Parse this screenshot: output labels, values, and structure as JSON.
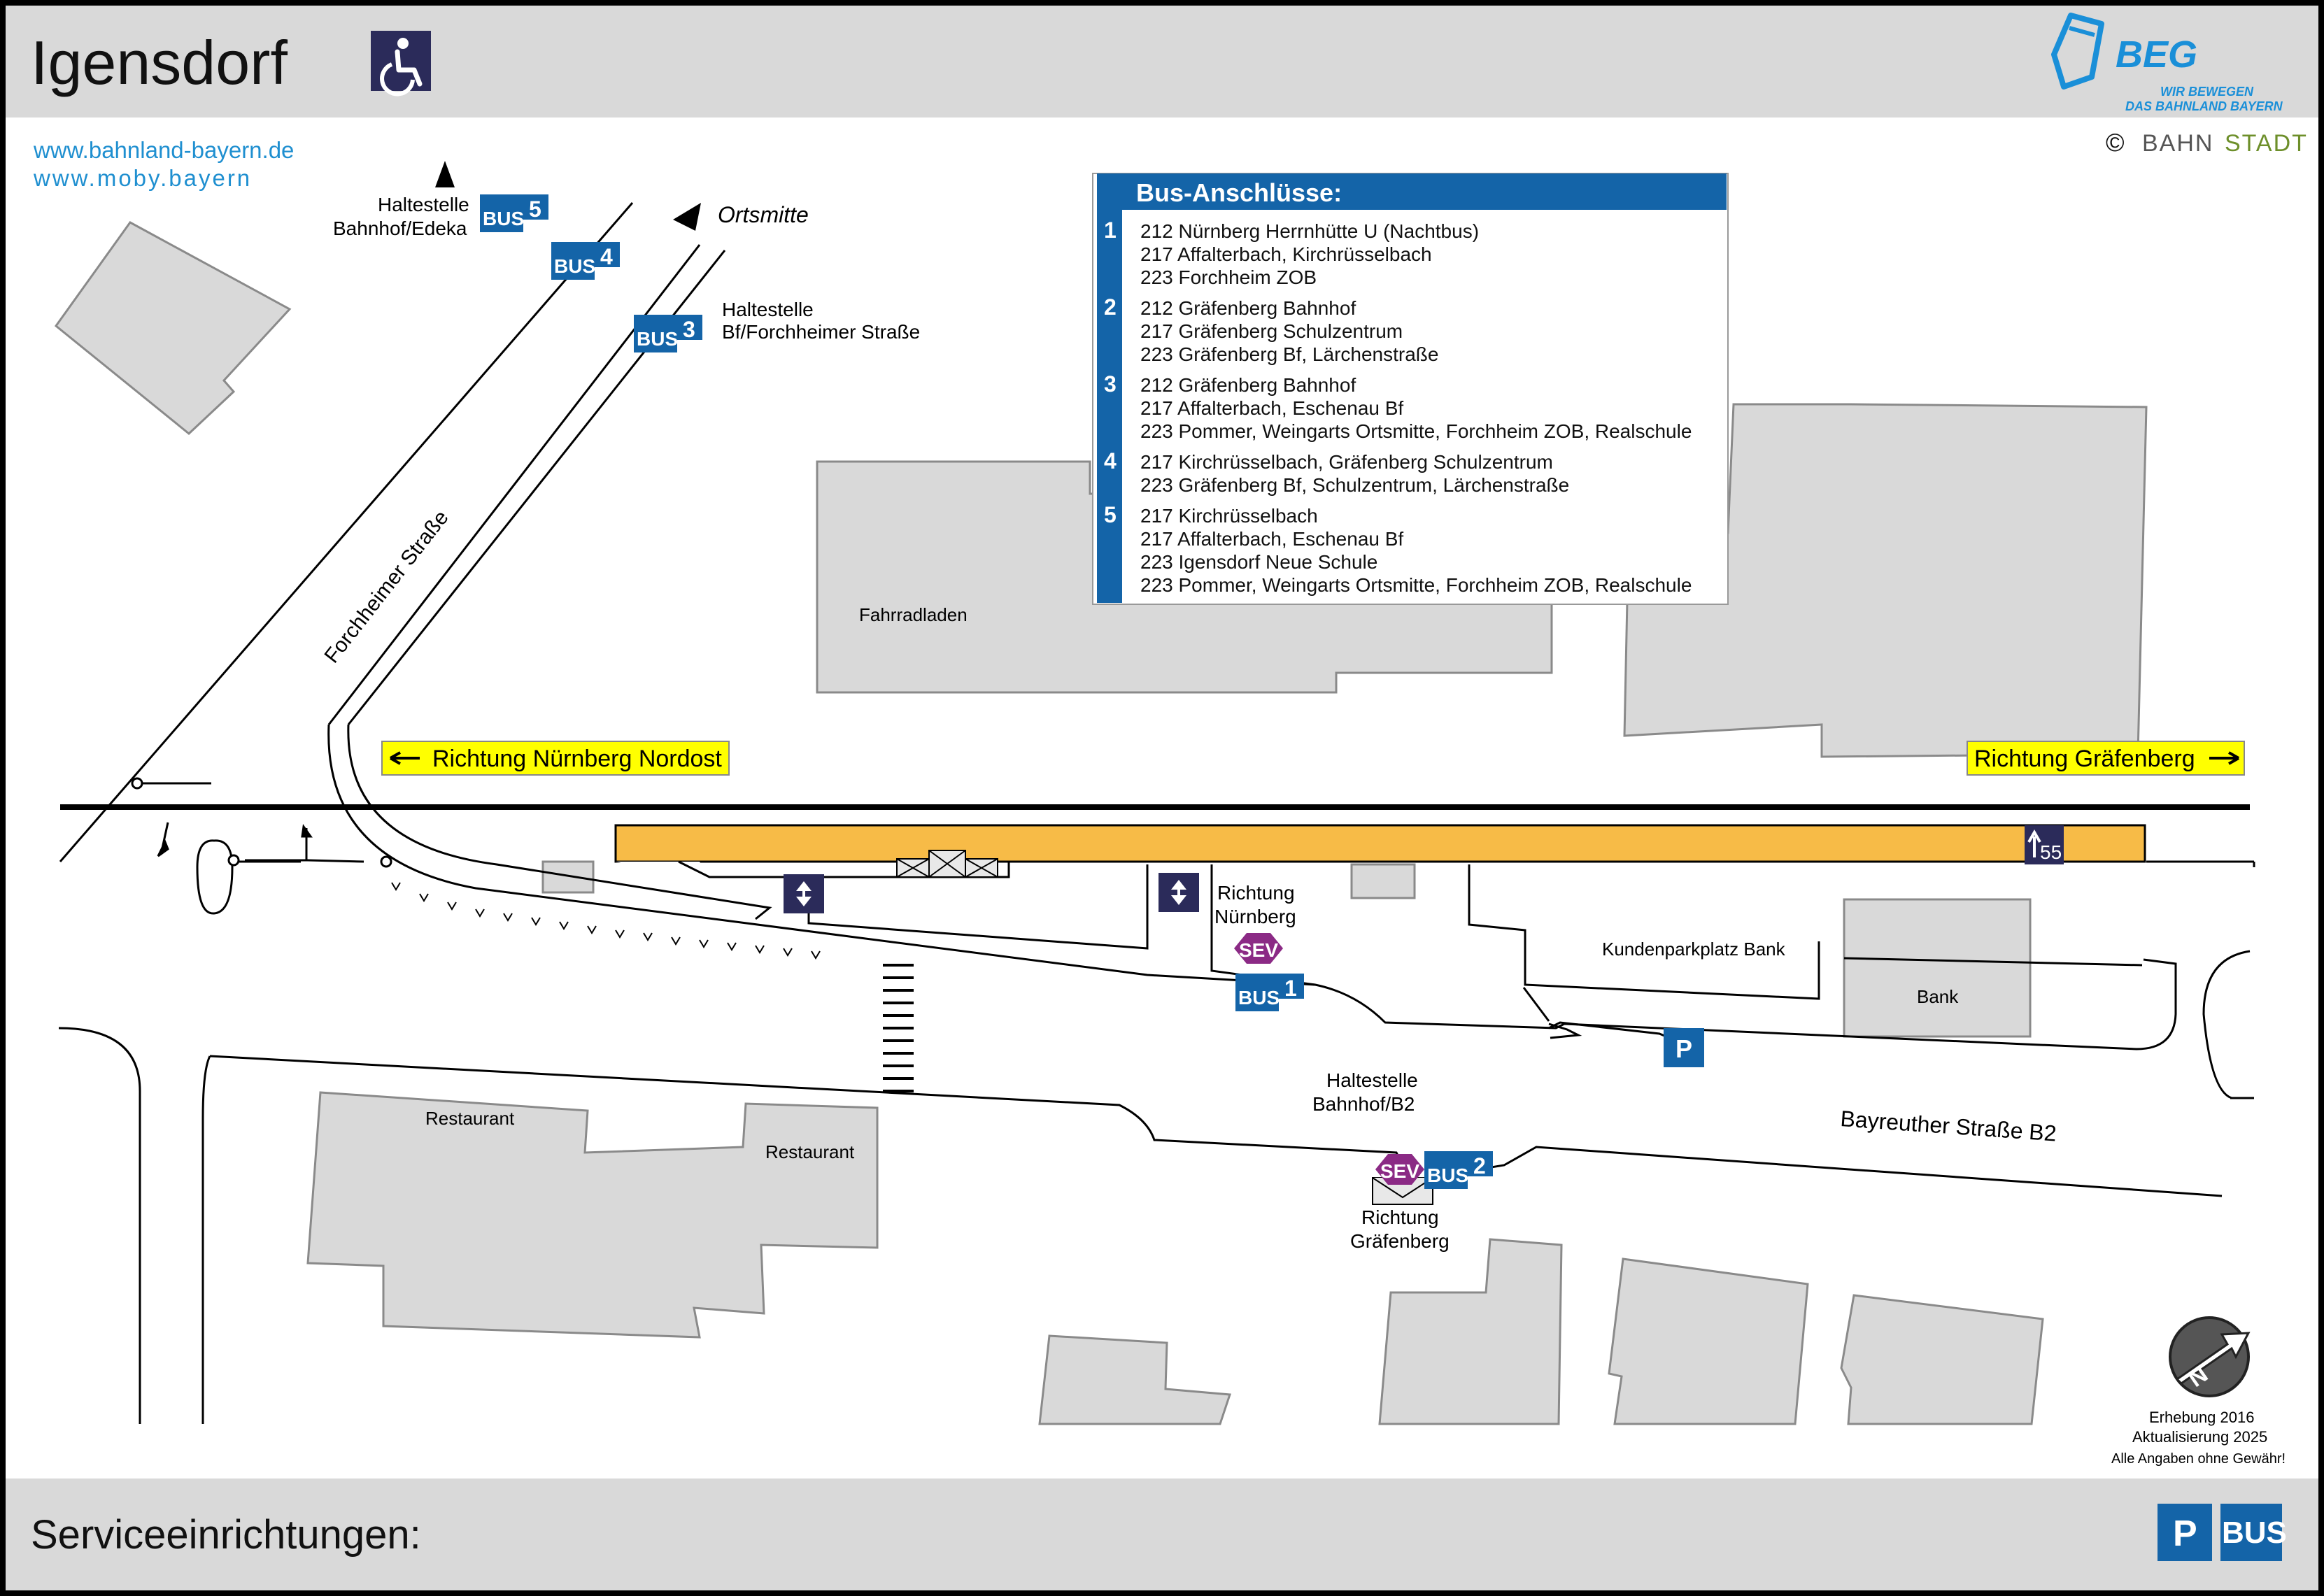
{
  "header": {
    "station_name": "Igensdorf",
    "accessibility_icon": "wheelchair-icon",
    "logo": {
      "name": "BEG",
      "tagline_1": "WIR BEWEGEN",
      "tagline_2": "DAS BAHNLAND BAYERN"
    }
  },
  "links": {
    "url_1": "www.bahnland-bayern.de",
    "url_2": "www.moby.bayern"
  },
  "copyright": {
    "symbol": "©",
    "brand_part_1": "BAHN",
    "brand_part_2": "STADT"
  },
  "bus_connections": {
    "title": "Bus-Anschlüsse:",
    "groups": [
      {
        "stop": "1",
        "lines": [
          "212 Nürnberg Herrnhütte U (Nachtbus)",
          "217 Affalterbach, Kirchrüsselbach",
          "223 Forchheim ZOB"
        ]
      },
      {
        "stop": "2",
        "lines": [
          "212 Gräfenberg Bahnhof",
          "217 Gräfenberg Schulzentrum",
          "223 Gräfenberg Bf, Lärchenstraße"
        ]
      },
      {
        "stop": "3",
        "lines": [
          "212 Gräfenberg Bahnhof",
          "217 Affalterbach, Eschenau Bf",
          "223 Pommer, Weingarts Ortsmitte, Forchheim ZOB, Realschule"
        ]
      },
      {
        "stop": "4",
        "lines": [
          "217 Kirchrüsselbach, Gräfenberg Schulzentrum",
          "223 Gräfenberg Bf, Schulzentrum, Lärchenstraße"
        ]
      },
      {
        "stop": "5",
        "lines": [
          "217 Kirchrüsselbach",
          "217 Affalterbach, Eschenau Bf",
          "223 Igensdorf Neue Schule",
          "223 Pommer, Weingarts Ortsmitte, Forchheim ZOB, Realschule"
        ]
      }
    ]
  },
  "map": {
    "direction_left": "Richtung Nürnberg Nordost",
    "direction_right": "Richtung Gräfenberg",
    "street_forchheimer": "Forchheimer Straße",
    "street_bayreuther": "Bayreuther Straße B2",
    "ortsmitte": "Ortsmitte",
    "stop_5_label_1": "Haltestelle",
    "stop_5_label_2": "Bahnhof/Edeka",
    "stop_3_label_1": "Haltestelle",
    "stop_3_label_2": "Bf/Forchheimer Straße",
    "stop_b2_label_1": "Haltestelle",
    "stop_b2_label_2": "Bahnhof/B2",
    "richtung_nuernberg_1": "Richtung",
    "richtung_nuernberg_2": "Nürnberg",
    "richtung_graefenberg_1": "Richtung",
    "richtung_graefenberg_2": "Gräfenberg",
    "fahrradladen": "Fahrradladen",
    "restaurant_1": "Restaurant",
    "restaurant_2": "Restaurant",
    "kundenparkplatz": "Kundenparkplatz Bank",
    "bank": "Bank",
    "bus_text": "BUS",
    "sev_text": "SEV",
    "parking_text": "P",
    "platform_number": "55",
    "bus_stops": [
      "1",
      "2",
      "3",
      "4",
      "5"
    ]
  },
  "footer_notes": {
    "survey": "Erhebung 2016",
    "update": "Aktualisierung 2025",
    "disclaimer": "Alle Angaben ohne Gewähr!",
    "north_letter": "N"
  },
  "footer": {
    "services_label": "Serviceeinrichtungen:",
    "service_icons": [
      "parking-icon",
      "bus-icon"
    ],
    "parking_text": "P",
    "bus_text": "BUS"
  },
  "colors": {
    "bus_blue": "#1464a8",
    "dark_navy": "#2b2b5a",
    "sev_purple": "#8b2a85",
    "platform_orange": "#f7bb47",
    "direction_yellow": "#ffff00",
    "building_gray": "#d9d9d9",
    "header_gray": "#d9d9d9",
    "link_blue": "#1f8fd0",
    "beg_blue": "#1a8fd8"
  }
}
